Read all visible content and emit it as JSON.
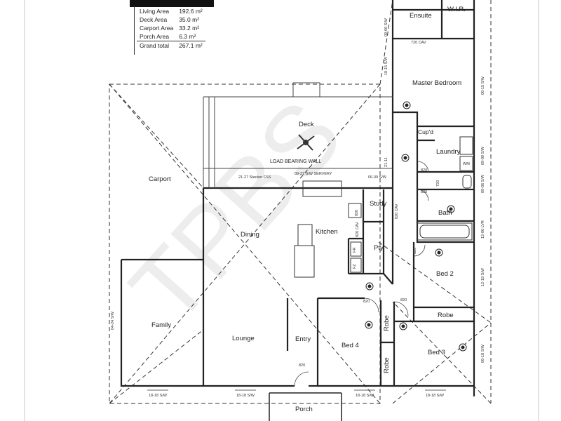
{
  "area_schedule": [
    {
      "label": "Living Area",
      "value": "192.6 m²"
    },
    {
      "label": "Deck Area",
      "value": "35.0 m²"
    },
    {
      "label": "Carport Area",
      "value": "33.2 m²"
    },
    {
      "label": "Porch Area",
      "value": "6.3 m²"
    },
    {
      "label": "Grand total",
      "value": "267.1 m²"
    }
  ],
  "rooms": {
    "ensuite": "Ensuite",
    "wir": "W.I.R.",
    "master": "Master Bedroom",
    "deck": "Deck",
    "load_wall": "LOAD BEARING WALL",
    "carport": "Carport",
    "cupd": "Cup'd",
    "laundry": "Laundry",
    "study": "Study",
    "bath": "Bath",
    "dining": "Dining",
    "kitchen": "Kitchen",
    "pty": "Pty",
    "bed2": "Bed 2",
    "family": "Family",
    "lounge": "Lounge",
    "entry": "Entry",
    "bed4": "Bed 4",
    "bed3": "Bed 3",
    "robe_a": "Robe",
    "robe_b": "Robe",
    "robe_c": "Robe",
    "porch": "Porch",
    "wm": "WM",
    "fr": "FR",
    "fz": "FZ"
  },
  "dims": {
    "d1": "720 CAV",
    "d2": "21-27 Stacker FSS",
    "d3": "09-21 S/W SERVERY",
    "d4": "06-09 S/W",
    "d5": "09-06 S/W",
    "d6": "18-15 S/W",
    "d7": "06-15 S/W",
    "d8": "09-09 S/W",
    "d9": "09-06 S/W",
    "d10": "12-06 LVR",
    "d11": "12-18 S/W",
    "d12": "06-18 S/W",
    "d13": "04-24 S/W",
    "d14": "18-18 S/W",
    "d15": "18-18 S/W",
    "d16": "18-18 S/W",
    "d17": "18-18 S/W",
    "d18": "820",
    "d19": "820",
    "d20": "820",
    "d21": "820",
    "d22": "820",
    "d23": "820",
    "d24": "820 CAV",
    "d25": "820 CAV",
    "d26": "720",
    "d27": "820",
    "d28": "21-11"
  },
  "watermark": "TPBS"
}
